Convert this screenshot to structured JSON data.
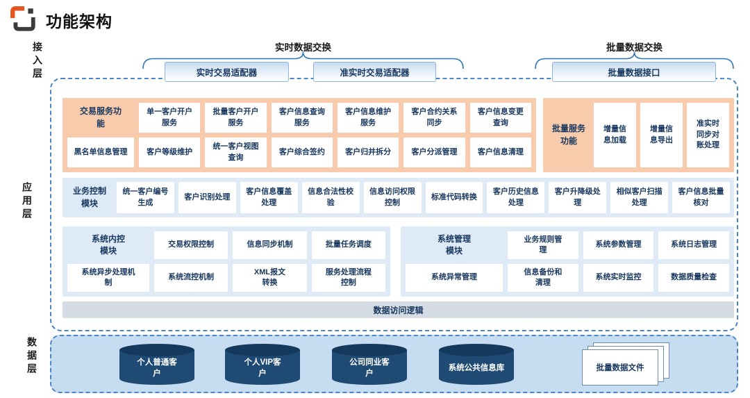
{
  "header": {
    "title": "功能架构"
  },
  "layers": {
    "access": "接入层",
    "application": "应用层",
    "data": "数据层"
  },
  "access": {
    "realtime": {
      "label": "实时数据交换",
      "adapters": [
        "实时交易适配器",
        "准实时交易适配器"
      ]
    },
    "batch": {
      "label": "批量数据交换",
      "adapters": [
        "批量数据接口"
      ]
    }
  },
  "application": {
    "trade_service": {
      "label": "交易服务功能",
      "row1": [
        "单一客户开户服务",
        "批量客户开户服务",
        "客户信息查询服务",
        "客户信息维护服务",
        "客户合约关系同步",
        "客户信息变更查询"
      ],
      "left_bottom": "黑名单信息管理",
      "row2": [
        "客户等级维护",
        "统一客户视图查询",
        "客户综合签约",
        "客户归并拆分",
        "客户分派管理",
        "客户信息清理"
      ]
    },
    "batch_service": {
      "label": "批量服务功能",
      "items": [
        "增量信息加载",
        "增量信息导出",
        "准实时同步对账处理"
      ]
    },
    "business_control": {
      "label": "业务控制模块",
      "items": [
        "统一客户编号生成",
        "客户识别处理",
        "客户信息覆盖处理",
        "信息合法性校验",
        "信息访问权限控制",
        "标准代码转换",
        "客户历史信息处理",
        "客户升降级处理",
        "相似客户扫描处理",
        "客户信息批量核对"
      ]
    },
    "system_control": {
      "label": "系统内控模块",
      "row1": [
        "交易权限控制",
        "信息同步机制",
        "批量任务调度"
      ],
      "left_bottom": "系统异步处理机制",
      "row2": [
        "系统流控机制",
        "XML报文转换",
        "服务处理流程控制"
      ]
    },
    "system_management": {
      "label": "系统管理模块",
      "row1": [
        "业务规则管理",
        "系统参数管理",
        "系统日志管理"
      ],
      "left_bottom": "系统异常管理",
      "row2": [
        "信息备份和清理",
        "系统实时监控",
        "数据质量检查"
      ]
    },
    "data_access_bar": "数据访问逻辑"
  },
  "data_layer": {
    "databases": [
      "个人普通客户",
      "个人VIP客户",
      "公司同业客户",
      "系统公共信息库"
    ],
    "batch_file": "批量数据文件"
  },
  "colors": {
    "accent_blue": "#2E75B6",
    "panel_orange": "#F8CBAD",
    "panel_blue": "#DEEBF7",
    "bar_gray": "#D6DCE4",
    "data_layer_blue": "#C5DCF1",
    "cylinder_navy": "#1F4A73",
    "text_navy": "#17375E",
    "logo_orange": "#E8541E"
  }
}
